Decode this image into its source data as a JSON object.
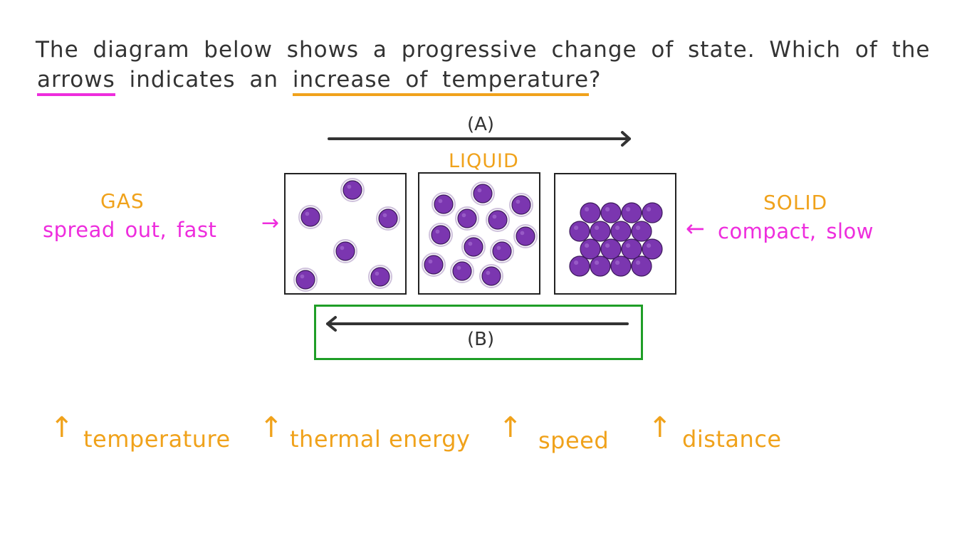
{
  "question": {
    "line1": "The diagram below shows a progressive change of state. Which of the",
    "line2_part1": "arrows",
    "line2_part2": "indicates an",
    "line2_part3": "increase of temperature",
    "line2_part4": "?"
  },
  "diagram": {
    "arrow_a_label": "(A)",
    "arrow_b_label": "(B)",
    "liquid_label": "LIQUID",
    "gas_label": "GAS",
    "gas_desc": "spread out, fast",
    "solid_label": "SOLID",
    "solid_desc": "compact, slow",
    "particle_color": "#7b36b0",
    "highlight_box_color": "#1f9e27",
    "gas_arrow": "→",
    "solid_arrow": "←"
  },
  "increases": [
    {
      "arrow": "↑",
      "label": "temperature"
    },
    {
      "arrow": "↑",
      "label": "thermal energy"
    },
    {
      "arrow": "↑",
      "label": "speed"
    },
    {
      "arrow": "↑",
      "label": "distance"
    }
  ],
  "colors": {
    "text": "#333333",
    "orange": "#f0a21b",
    "pink": "#ee2ddd",
    "green": "#1f9e27",
    "purple": "#7b36b0"
  }
}
